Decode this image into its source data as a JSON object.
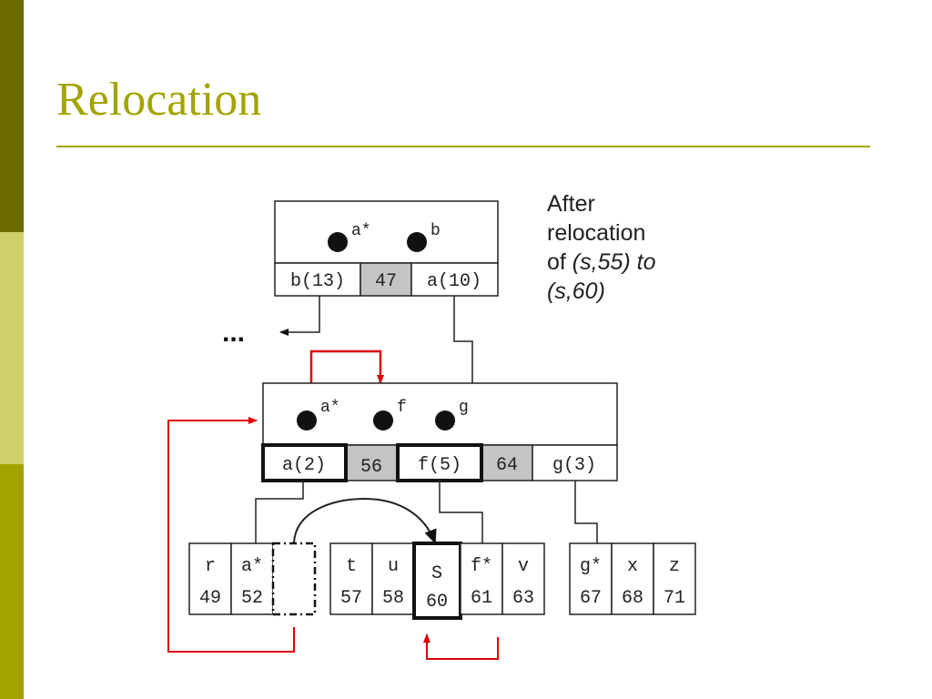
{
  "slide": {
    "title": "Relocation",
    "caption": {
      "line1": "After",
      "line2": "relocation",
      "line3_prefix": "of ",
      "line3_italic": "(s,55) to",
      "line4_italic": "(s,60)"
    }
  },
  "colors": {
    "accent": "#a3a300",
    "sidebar_dark": "#6b6b00",
    "sidebar_light": "#cfd06a",
    "sidebar_mid": "#a3a300",
    "red_arrow": "#dd0000",
    "shaded_key": "#c4c4c4"
  },
  "diagram": {
    "ellipsis": "...",
    "root_node": {
      "pointer_labels": [
        "a*",
        "b"
      ],
      "entries": [
        "b(13)",
        "47",
        "a(10)"
      ]
    },
    "internal_node": {
      "pointer_labels": [
        "a*",
        "f",
        "g"
      ],
      "entries": [
        "a(2)",
        "56",
        "f(5)",
        "64",
        "g(3)"
      ]
    },
    "leaf_groups": [
      {
        "cells": [
          {
            "label": "r",
            "num": "49"
          },
          {
            "label": "a*",
            "num": "52"
          },
          {
            "label": "",
            "num": ""
          }
        ]
      },
      {
        "cells": [
          {
            "label": "t",
            "num": "57"
          },
          {
            "label": "u",
            "num": "58"
          },
          {
            "label": "S",
            "num": "60"
          },
          {
            "label": "f*",
            "num": "61"
          },
          {
            "label": "v",
            "num": "63"
          }
        ]
      },
      {
        "cells": [
          {
            "label": "g*",
            "num": "67"
          },
          {
            "label": "x",
            "num": "68"
          },
          {
            "label": "z",
            "num": "71"
          }
        ]
      }
    ]
  }
}
